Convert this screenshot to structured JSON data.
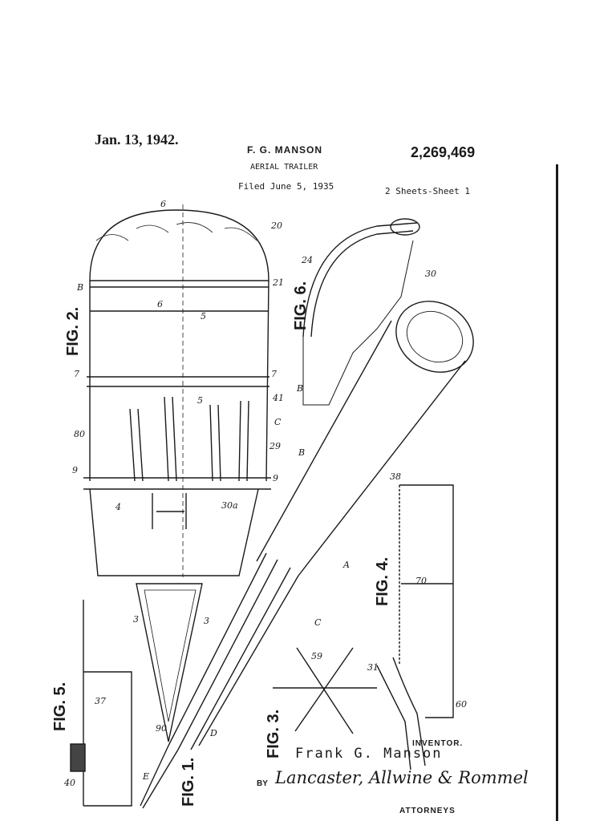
{
  "header": {
    "date": "Jan. 13, 1942.",
    "inventor": "F. G. MANSON",
    "patent_number": "2,269,469",
    "title": "AERIAL TRAILER",
    "filed": "Filed June 5, 1935",
    "sheets": "2 Sheets-Sheet 1"
  },
  "figures": {
    "fig1": "FIG. 1.",
    "fig2": "FIG. 2.",
    "fig3": "FIG. 3.",
    "fig4": "FIG. 4.",
    "fig5": "FIG. 5.",
    "fig6": "FIG. 6."
  },
  "footer": {
    "inventor_label": "INVENTOR.",
    "inventor_name": "Frank G. Manson",
    "by_label": "BY",
    "signature": "Lancaster, Allwine & Rommel",
    "attorneys_label": "ATTORNEYS"
  },
  "reference_marks": [
    "6",
    "6",
    "5",
    "5",
    "7",
    "7",
    "9",
    "9",
    "4",
    "3",
    "3",
    "20",
    "21",
    "24",
    "41",
    "29",
    "30",
    "30a",
    "31",
    "38",
    "40",
    "37",
    "59",
    "60",
    "70",
    "80",
    "90",
    "A",
    "B",
    "C",
    "D",
    "E"
  ]
}
